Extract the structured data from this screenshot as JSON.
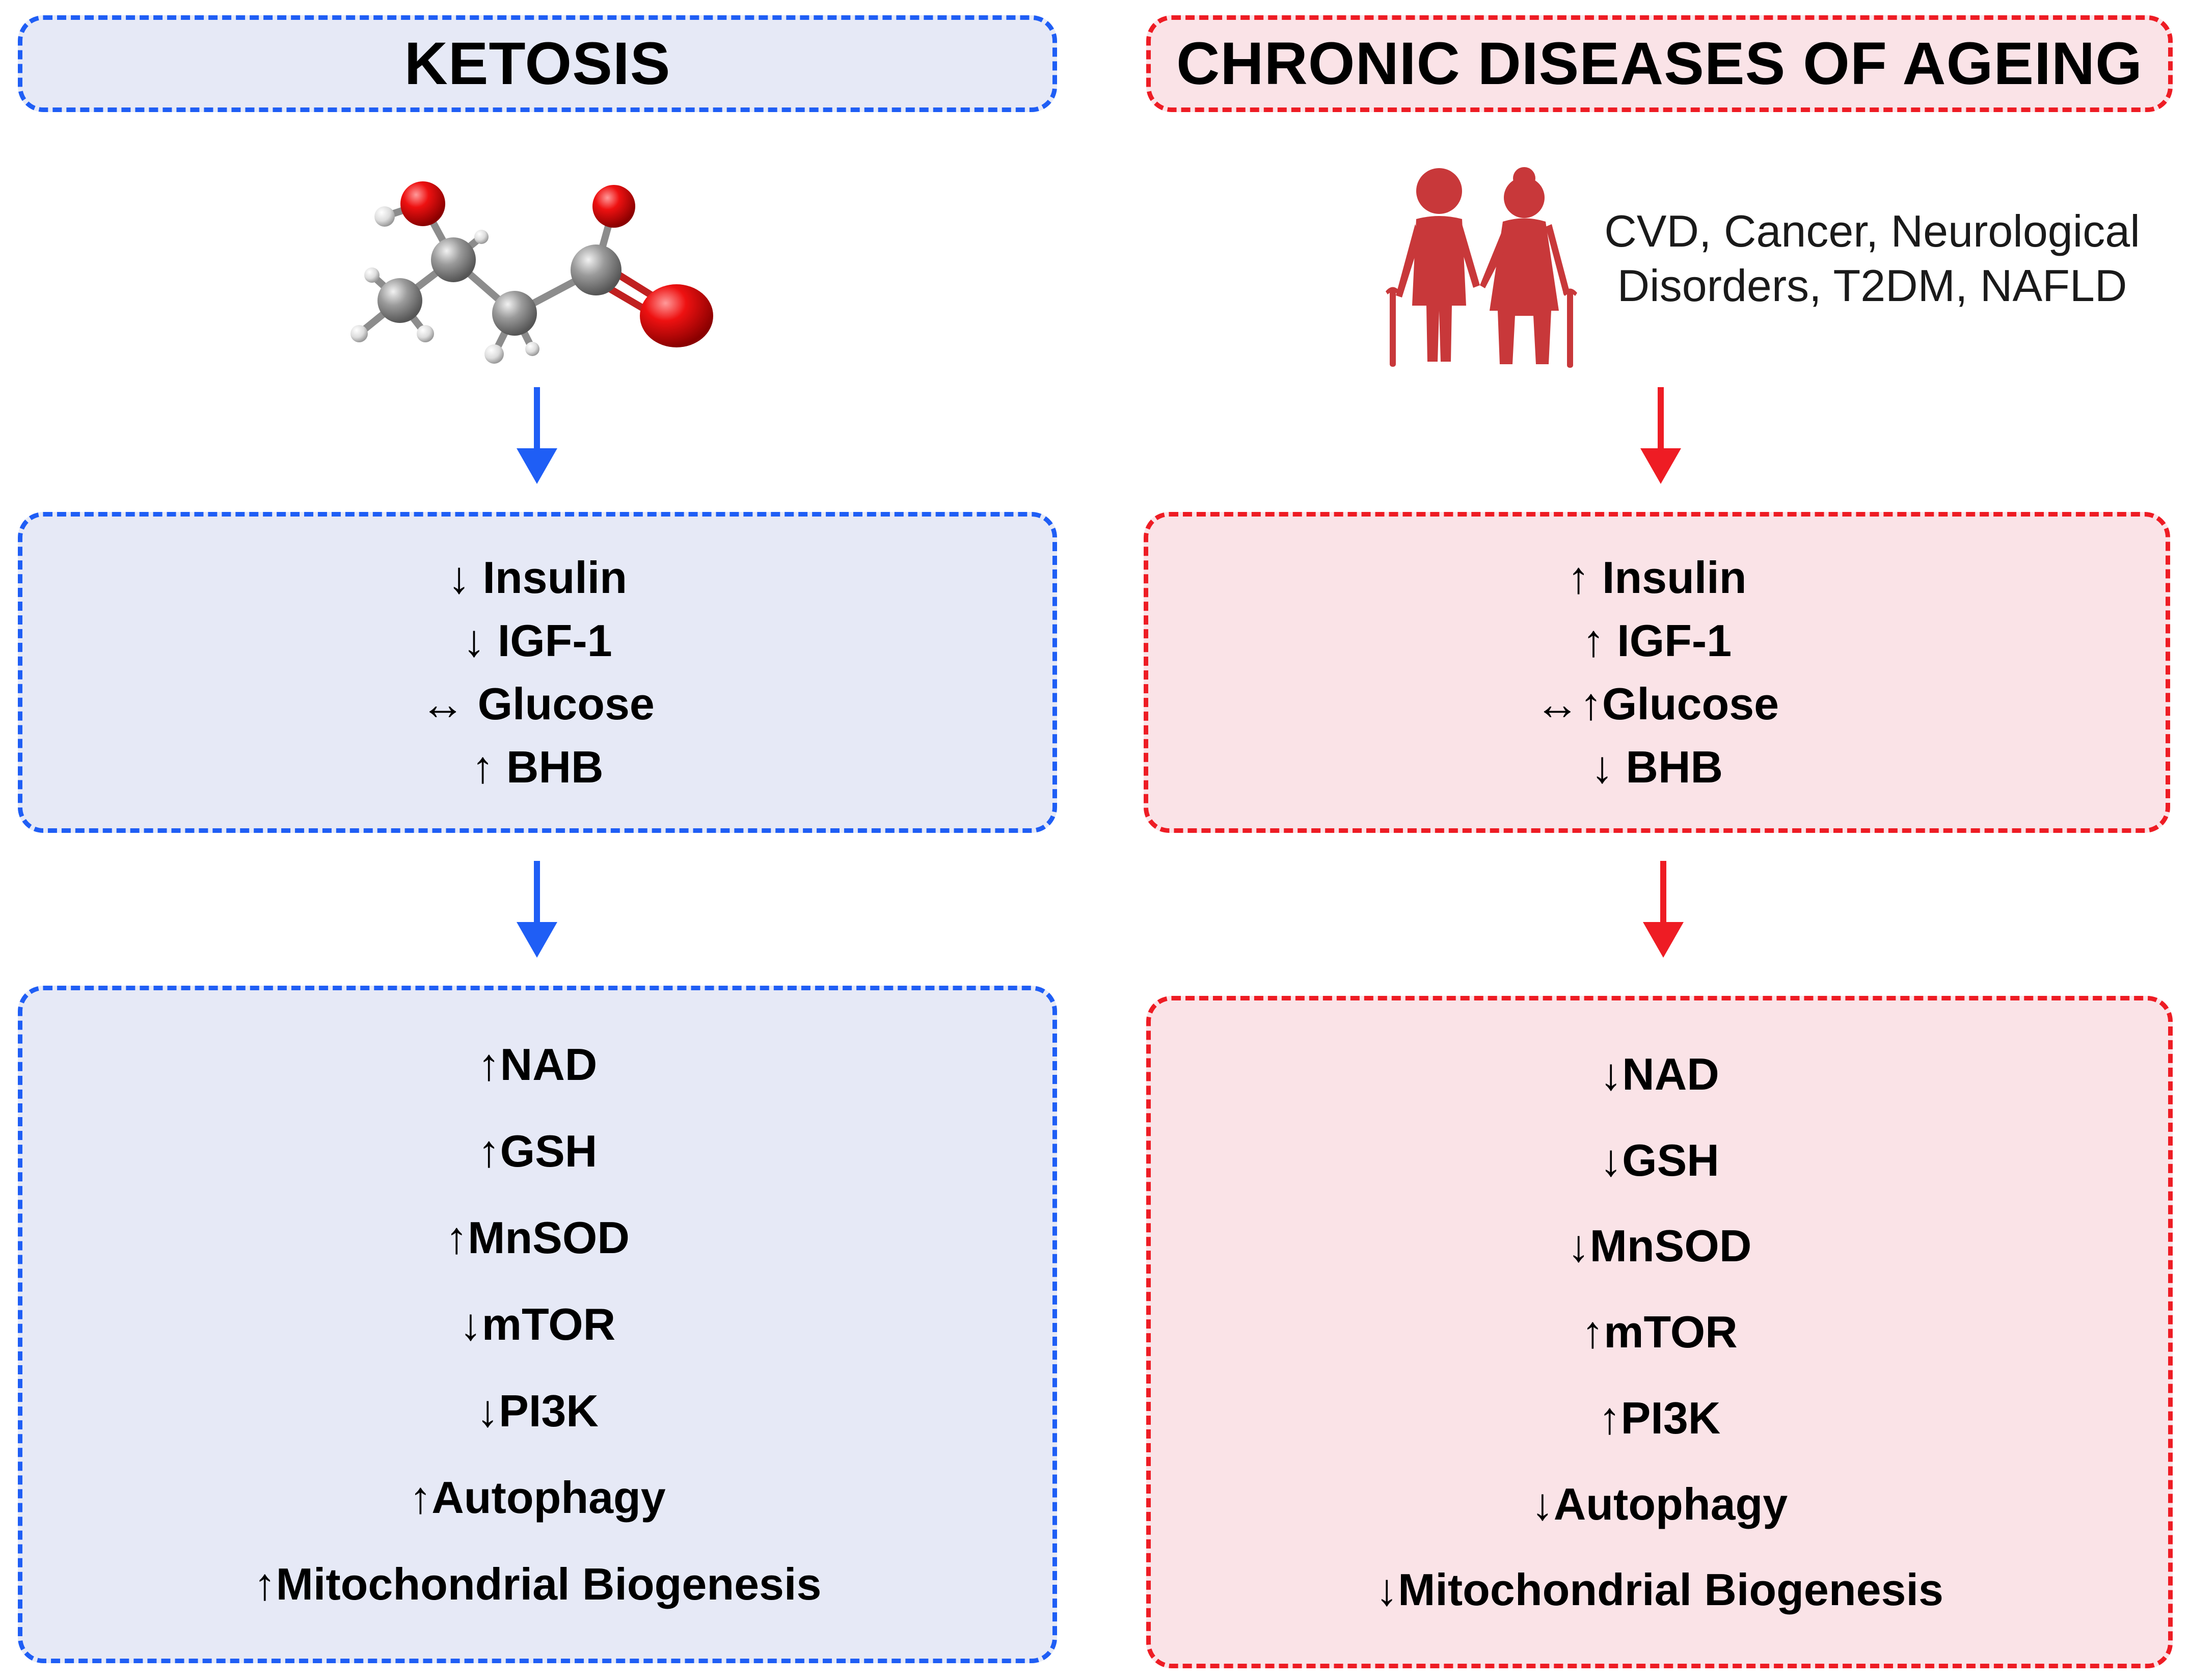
{
  "left": {
    "title": "KETOSIS",
    "markers": [
      "↓ Insulin",
      "↓ IGF-1",
      "↔ Glucose",
      "↑ BHB"
    ],
    "outcomes": [
      "↑NAD",
      "↑GSH",
      "↑MnSOD",
      "↓mTOR",
      "↓PI3K",
      "↑Autophagy",
      "↑Mitochondrial Biogenesis"
    ],
    "icon": "beta-hydroxybutyrate-molecule-icon",
    "accent": "#1f5ef5",
    "fill": "#e6e9f6"
  },
  "right": {
    "title": "CHRONIC DISEASES OF AGEING",
    "diseases": "CVD, Cancer, Neurological Disorders, T2DM, NAFLD",
    "markers": [
      "↑ Insulin",
      "↑ IGF-1",
      "↔↑Glucose",
      "↓ BHB"
    ],
    "outcomes": [
      "↓NAD",
      "↓GSH",
      "↓MnSOD",
      "↑mTOR",
      "↑PI3K",
      "↓Autophagy",
      "↓Mitochondrial Biogenesis"
    ],
    "icon": "elderly-couple-icon",
    "accent": "#ee1c24",
    "fill": "#fae3e7"
  }
}
